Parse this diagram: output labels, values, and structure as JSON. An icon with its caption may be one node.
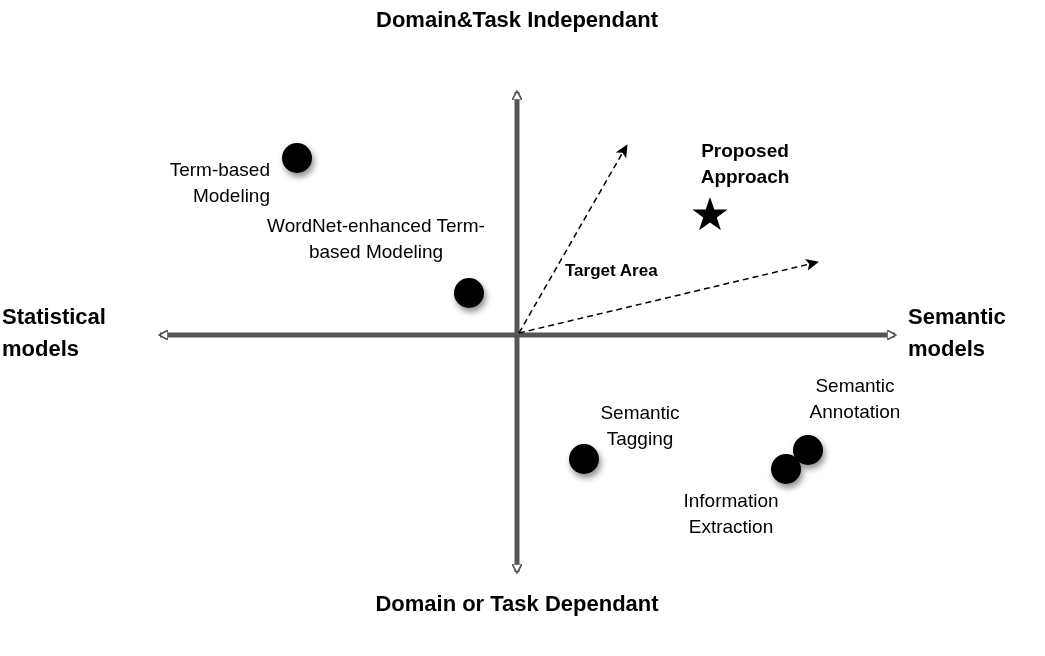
{
  "diagram": {
    "nodes": [
      {
        "text": [],
        "shape": "circle",
        "beside": [
          "Term-based Modeling"
        ]
      },
      {
        "text": [],
        "shape": "star",
        "beside": [
          "Proposed Approach"
        ]
      },
      {
        "text": [],
        "shape": "circle",
        "beside": [
          "WordNet-enhanced Term-based Modeling"
        ]
      },
      {
        "text": [],
        "shape": "circle",
        "beside": [
          "Semantic Annotation"
        ]
      },
      {
        "text": [],
        "shape": "circle",
        "beside": [
          "Semantic Tagging"
        ]
      },
      {
        "text": [],
        "shape": "circle",
        "beside": [
          "Information Extraction"
        ]
      }
    ],
    "labels": [
      "Domain&Task Independant",
      "Target Area",
      "Statistical models",
      "Semantic models",
      "Domain or Task Dependant"
    ]
  }
}
